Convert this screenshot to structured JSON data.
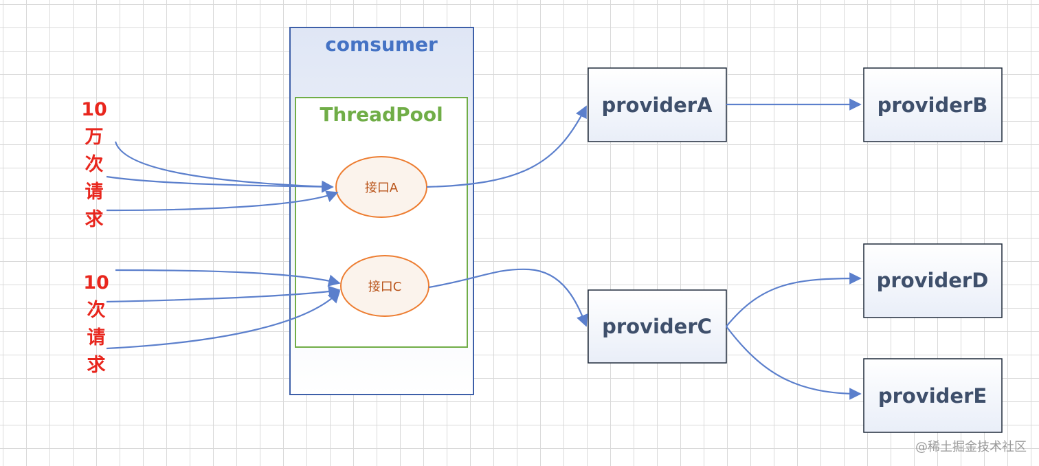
{
  "consumer": {
    "title": "comsumer"
  },
  "thread_pool": {
    "title": "ThreadPool"
  },
  "interfaces": {
    "a": "接口A",
    "c": "接口C"
  },
  "providers": {
    "a": "providerA",
    "b": "providerB",
    "c": "providerC",
    "d": "providerD",
    "e": "providerE"
  },
  "requests": {
    "group1": [
      "10",
      "万",
      "次",
      "请",
      "求"
    ],
    "group2": [
      "10",
      "次",
      "请",
      "求"
    ]
  },
  "watermark": "@稀土掘金技术社区",
  "colors": {
    "consumer_title": "#4472c4",
    "threadpool_title": "#70ad47",
    "request_text": "#e8261d",
    "arrow": "#5b7fcc",
    "interface_stroke": "#ed7d31"
  }
}
